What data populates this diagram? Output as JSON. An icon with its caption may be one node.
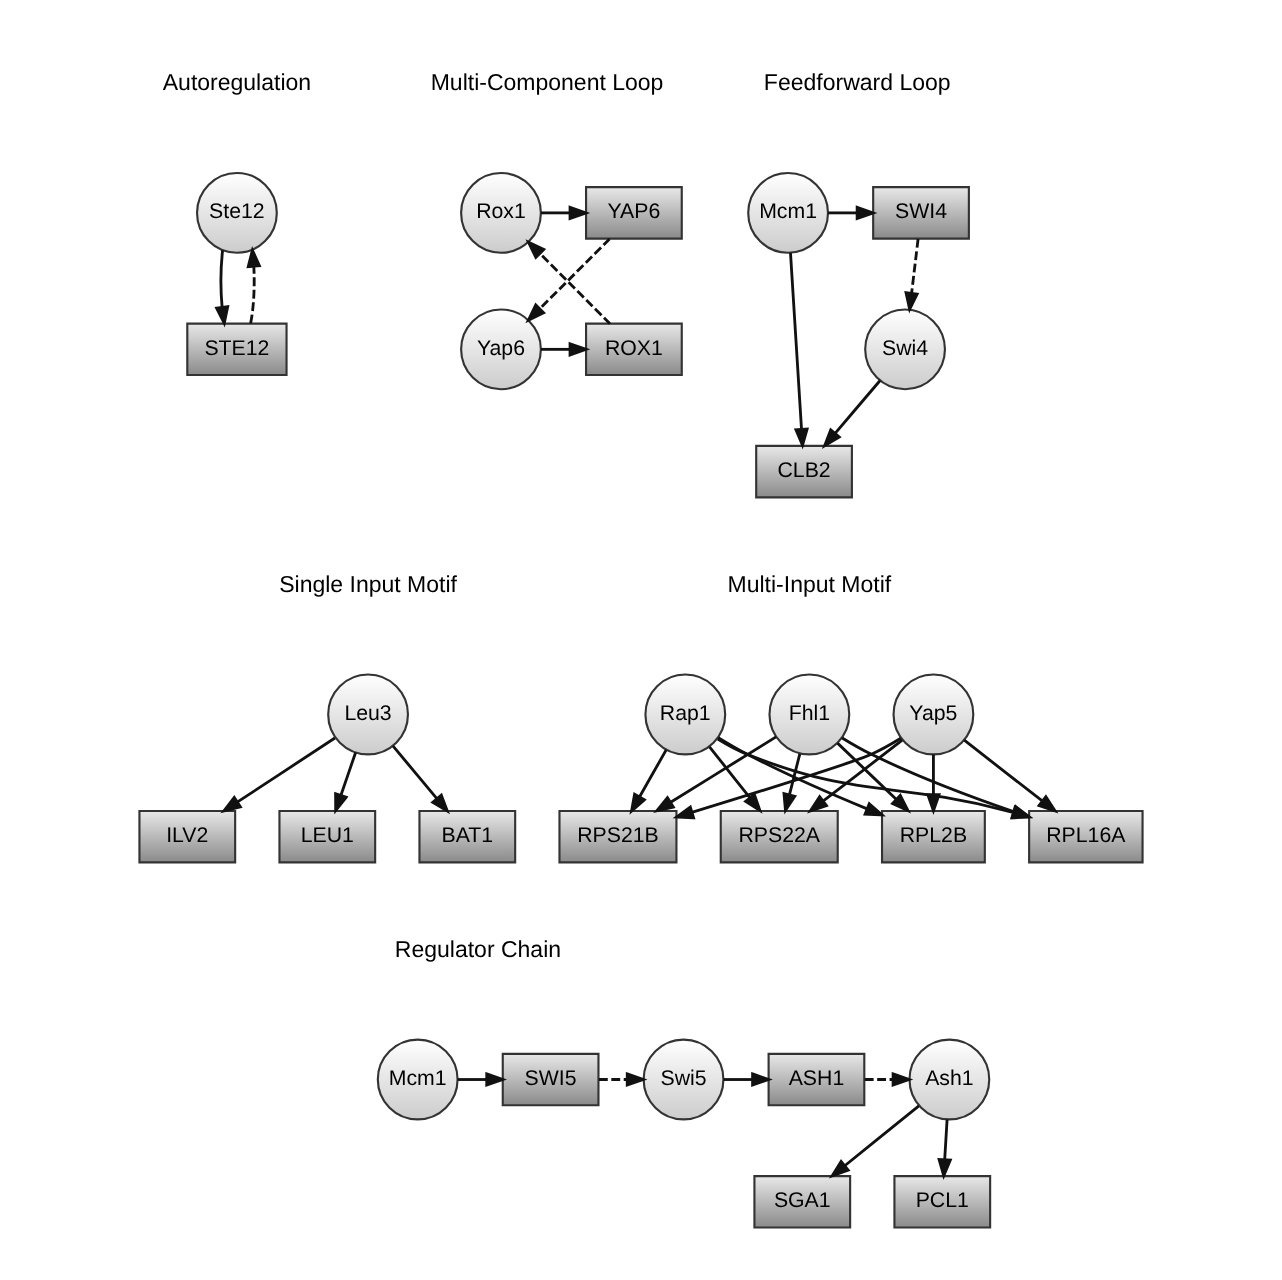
{
  "diagram": {
    "nodes": [
      {
        "text": [
          "Ste12"
        ]
      },
      {
        "text": [
          "STE12"
        ]
      },
      {
        "text": [
          "Rox1"
        ]
      },
      {
        "text": [
          "YAP6"
        ]
      },
      {
        "text": [
          "Yap6"
        ]
      },
      {
        "text": [
          "ROX1"
        ]
      },
      {
        "text": [
          "Mcm1"
        ]
      },
      {
        "text": [
          "SWI4"
        ]
      },
      {
        "text": [
          "Swi4"
        ]
      },
      {
        "text": [
          "CLB2"
        ]
      },
      {
        "text": [
          "Leu3"
        ]
      },
      {
        "text": [
          "LEU1"
        ]
      },
      {
        "text": [
          "BAT1"
        ]
      },
      {
        "text": [
          "ILV2"
        ]
      },
      {
        "text": [
          "Fhl1"
        ]
      },
      {
        "text": [
          "Rap1"
        ]
      },
      {
        "text": [
          "Yap5"
        ]
      },
      {
        "text": [
          "RPL2B"
        ]
      },
      {
        "text": [
          "RPL16A"
        ]
      },
      {
        "text": [
          "RPS21B"
        ]
      },
      {
        "text": [
          "RPS22A"
        ]
      },
      {
        "text": [
          "Mcm1"
        ]
      },
      {
        "text": [
          "SWI5"
        ]
      },
      {
        "text": [
          "Swi5"
        ]
      },
      {
        "text": [
          "ASH1"
        ]
      },
      {
        "text": [
          "Ash1"
        ]
      },
      {
        "text": [
          "SGA1"
        ]
      },
      {
        "text": [
          "PCL1"
        ]
      }
    ],
    "edges": [
      {
        "from": 0,
        "to": 1,
        "arrow": "to"
      },
      {
        "from": 1,
        "to": 0,
        "arrow": "to",
        "style": "dashed"
      },
      {
        "from": 2,
        "to": 3,
        "arrow": "to"
      },
      {
        "from": 3,
        "to": 4,
        "arrow": "to",
        "style": "dashed"
      },
      {
        "from": 4,
        "to": 5,
        "arrow": "to"
      },
      {
        "from": 5,
        "to": 2,
        "arrow": "to",
        "style": "dashed"
      },
      {
        "from": 6,
        "to": 7,
        "arrow": "to"
      },
      {
        "from": 7,
        "to": 8,
        "arrow": "to",
        "style": "dashed"
      },
      {
        "from": 8,
        "to": 9,
        "arrow": "to"
      },
      {
        "from": 6,
        "to": 9,
        "arrow": "to"
      },
      {
        "from": 10,
        "to": 11,
        "arrow": "to"
      },
      {
        "from": 10,
        "to": 12,
        "arrow": "to"
      },
      {
        "from": 10,
        "to": 13,
        "arrow": "to"
      },
      {
        "from": 14,
        "to": 17,
        "arrow": "to"
      },
      {
        "from": 14,
        "to": 18,
        "arrow": "to"
      },
      {
        "from": 14,
        "to": 19,
        "arrow": "to"
      },
      {
        "from": 14,
        "to": 20,
        "arrow": "to"
      },
      {
        "from": 15,
        "to": 17,
        "arrow": "to"
      },
      {
        "from": 15,
        "to": 18,
        "arrow": "to"
      },
      {
        "from": 15,
        "to": 19,
        "arrow": "to"
      },
      {
        "from": 15,
        "to": 20,
        "arrow": "to"
      },
      {
        "from": 16,
        "to": 17,
        "arrow": "to"
      },
      {
        "from": 16,
        "to": 18,
        "arrow": "to"
      },
      {
        "from": 16,
        "to": 19,
        "arrow": "to"
      },
      {
        "from": 16,
        "to": 20,
        "arrow": "to"
      },
      {
        "from": 21,
        "to": 22,
        "arrow": "to"
      },
      {
        "from": 22,
        "to": 23,
        "arrow": "to",
        "style": "dashed"
      },
      {
        "from": 23,
        "to": 24,
        "arrow": "to"
      },
      {
        "from": 24,
        "to": 25,
        "arrow": "to",
        "style": "dashed"
      },
      {
        "from": 25,
        "to": 26,
        "arrow": "to"
      },
      {
        "from": 25,
        "to": 27,
        "arrow": "to"
      }
    ],
    "labels": [
      "Autoregulation",
      "Multi-Component Loop",
      "Feedforward Loop",
      "Single Input Motif",
      "Multi-Input Motif",
      "Regulator Chain"
    ]
  }
}
